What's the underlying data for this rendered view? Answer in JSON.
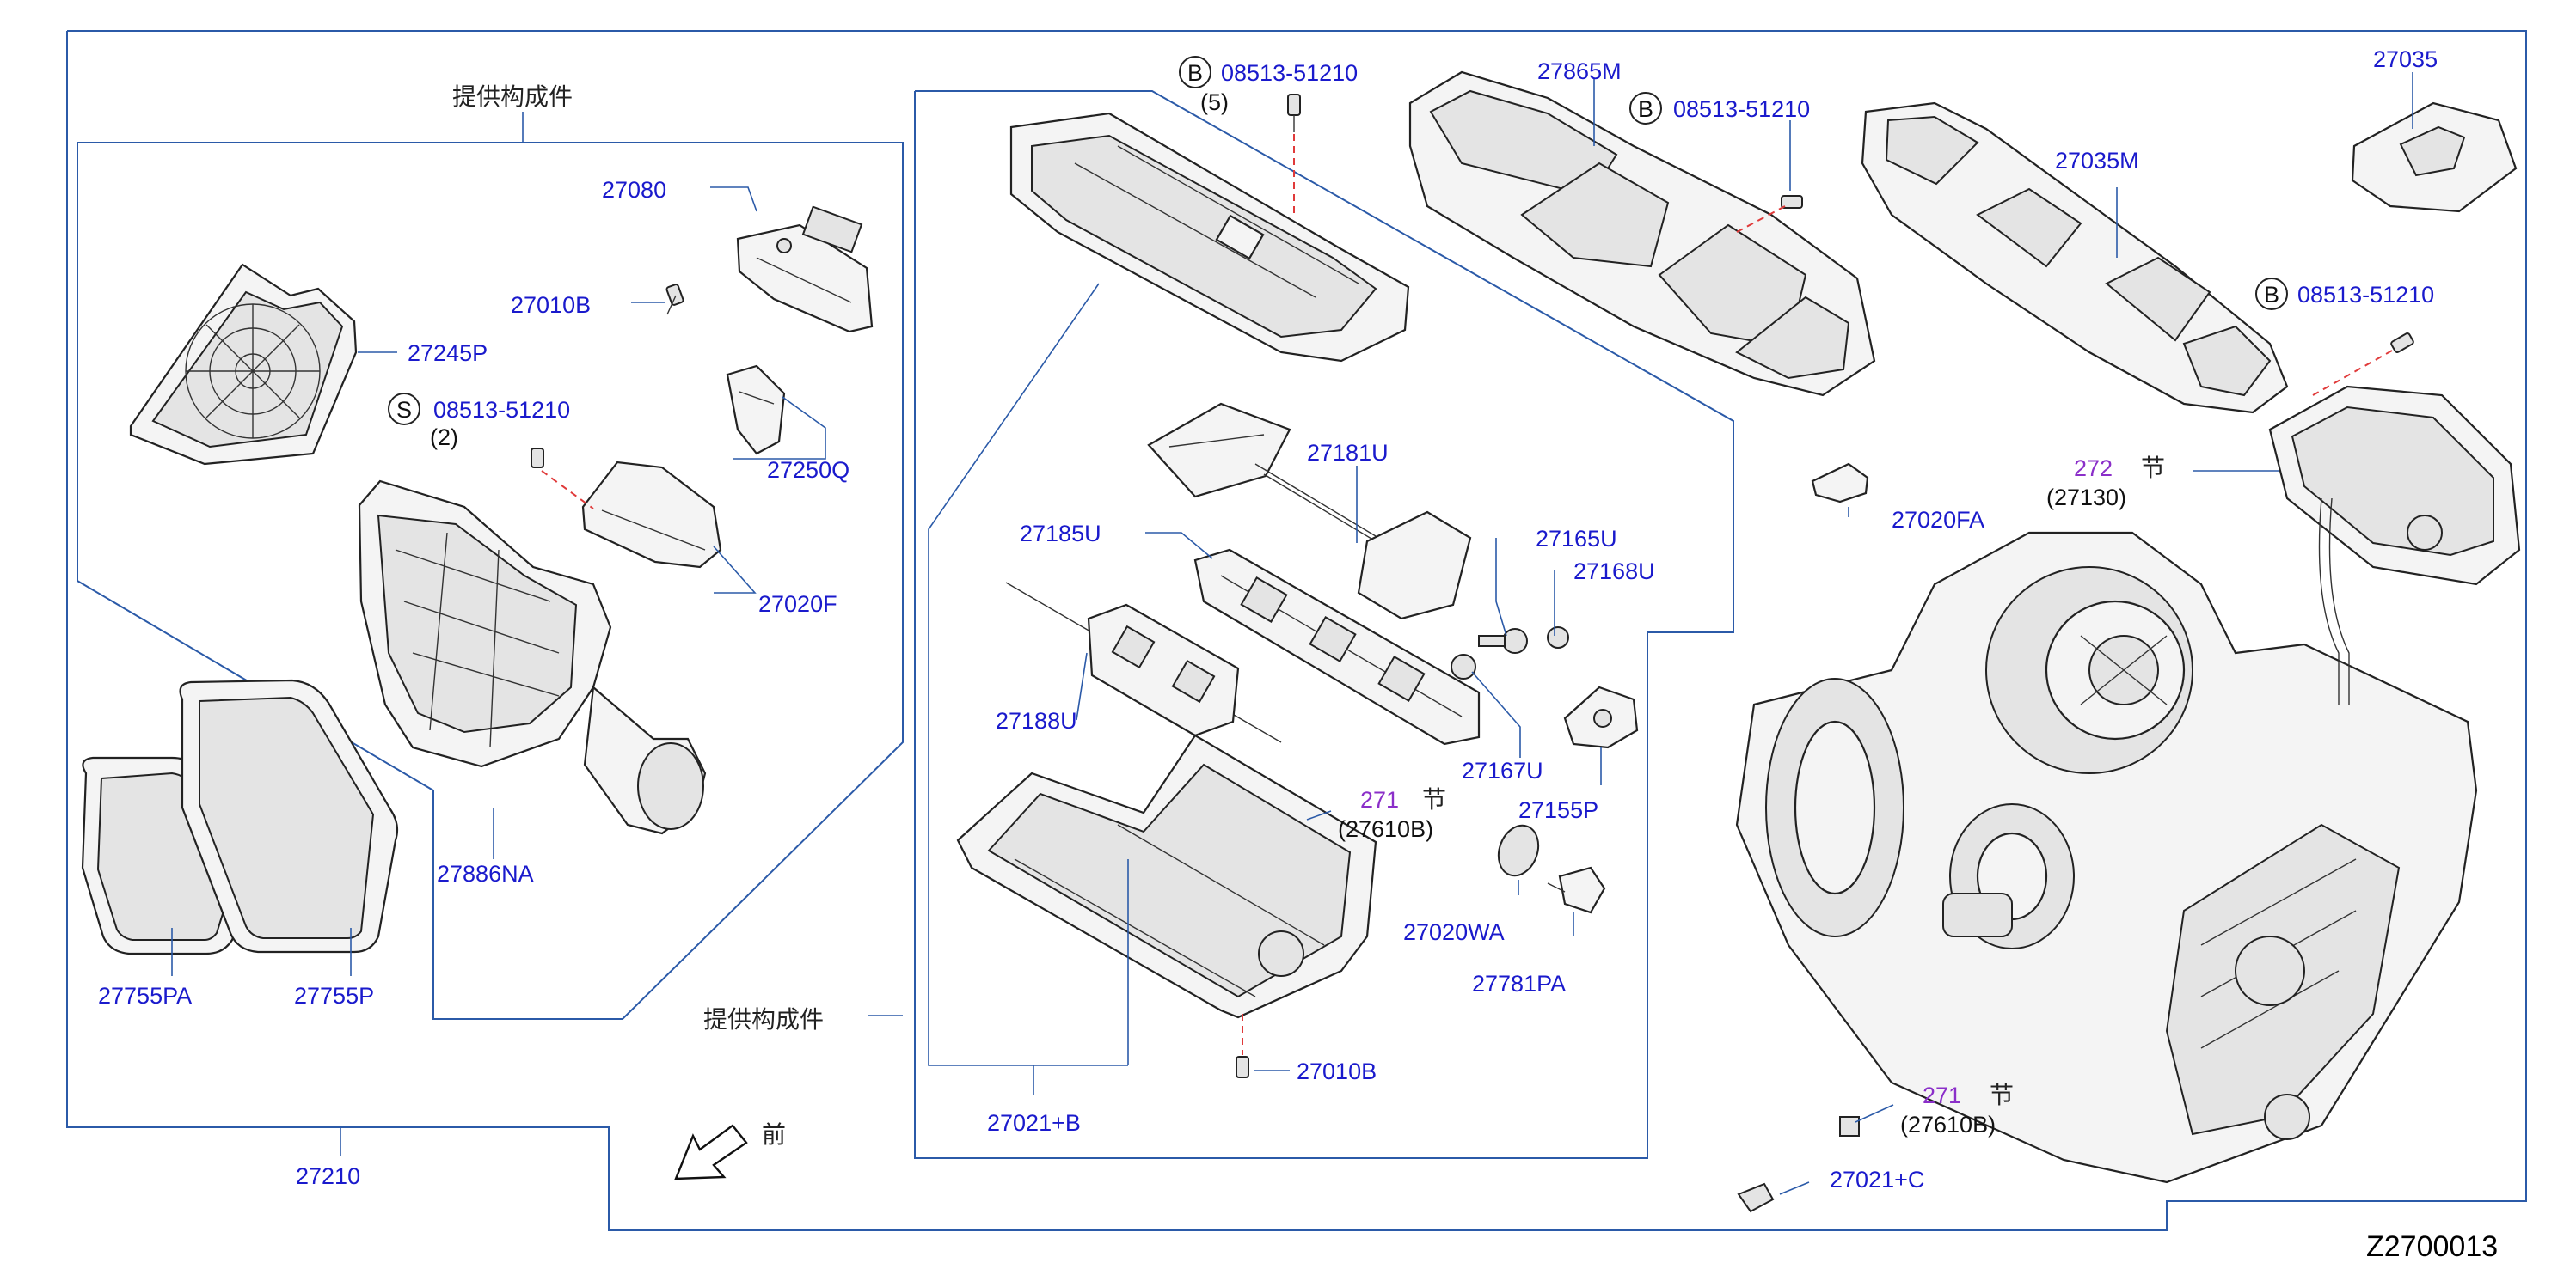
{
  "figure_code": "Z2700013",
  "assembly_note": "提供构成件",
  "front_mark": "前",
  "section_char": "节",
  "badge_b": "B",
  "badge_s": "S",
  "parts": {
    "p27080": "27080",
    "p27010B_top": "27010B",
    "p27245P": "27245P",
    "p08513_s": "08513-51210",
    "qty_2": "(2)",
    "p27250Q": "27250Q",
    "p27020F": "27020F",
    "p27886NA": "27886NA",
    "p27755PA": "27755PA",
    "p27755P": "27755P",
    "p27210": "27210",
    "p08513_b1": "08513-51210",
    "qty_5": "(5)",
    "p27181U": "27181U",
    "p27185U": "27185U",
    "p27165U": "27165U",
    "p27168U": "27168U",
    "p27188U": "27188U",
    "p27167U": "27167U",
    "p27155P": "27155P",
    "sec271_a": "271",
    "ref27610B_a": "(27610B)",
    "p27020WA": "27020WA",
    "p27781PA": "27781PA",
    "p27010B_bottom": "27010B",
    "p27021B": "27021+B",
    "p27865M": "27865M",
    "p08513_b2": "08513-51210",
    "p27035": "27035",
    "p27035M": "27035M",
    "p08513_b3": "08513-51210",
    "p27020FA": "27020FA",
    "sec272": "272",
    "ref27130": "(27130)",
    "sec271_b": "271",
    "ref27610B_b": "(27610B)",
    "p27021C": "27021+C"
  },
  "colors": {
    "part_number": "#1a1acc",
    "section_ref": "#8b2fc9",
    "boundary": "#2b5aa8",
    "fastener_axis": "#e03a3a"
  }
}
